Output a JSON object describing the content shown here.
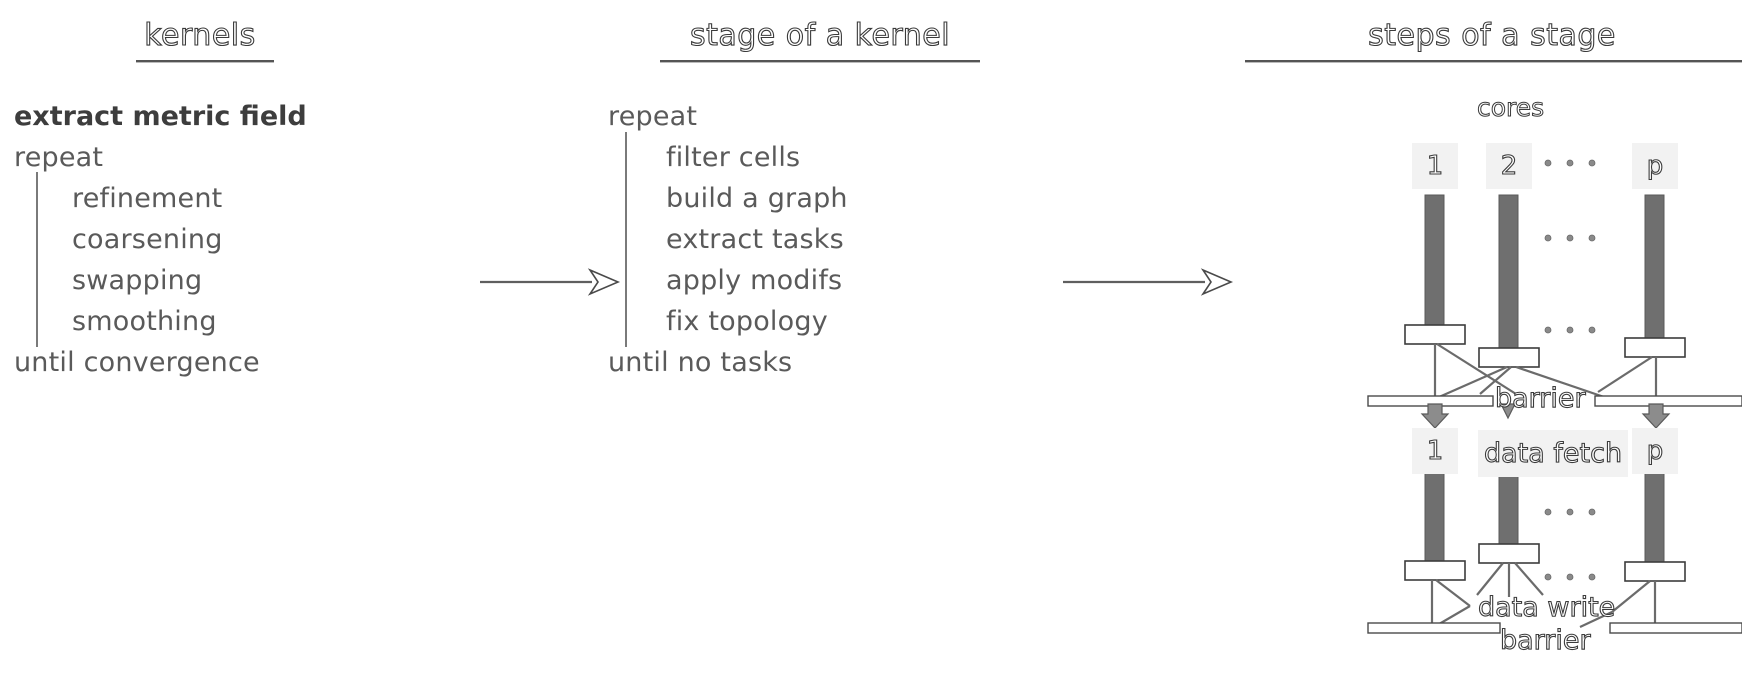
{
  "columns": {
    "kernels": {
      "title": "kernels",
      "lines": [
        {
          "text": "extract metric field",
          "indent": false,
          "bold": true
        },
        {
          "text": "repeat",
          "indent": false,
          "bold": false
        },
        {
          "text": "refinement",
          "indent": true,
          "bold": false
        },
        {
          "text": "coarsening",
          "indent": true,
          "bold": false
        },
        {
          "text": "swapping",
          "indent": true,
          "bold": false
        },
        {
          "text": "smoothing",
          "indent": true,
          "bold": false
        },
        {
          "text": "until convergence",
          "indent": false,
          "bold": false
        }
      ]
    },
    "stage": {
      "title": "stage of a kernel",
      "lines": [
        {
          "text": "repeat",
          "indent": false,
          "bold": false
        },
        {
          "text": "filter cells",
          "indent": true,
          "bold": false
        },
        {
          "text": "build a graph",
          "indent": true,
          "bold": false
        },
        {
          "text": "extract tasks",
          "indent": true,
          "bold": false
        },
        {
          "text": "apply modifs",
          "indent": true,
          "bold": false
        },
        {
          "text": "fix topology",
          "indent": true,
          "bold": false
        },
        {
          "text": "until no tasks",
          "indent": false,
          "bold": false
        }
      ]
    },
    "steps": {
      "title": "steps of a stage",
      "cores_caption": "cores",
      "core_labels": [
        "1",
        "2",
        "p"
      ],
      "ellipsis": "· · ·",
      "phase1_barrier": "barrier",
      "phase2_label": "data fetch",
      "phase3_barrier": "barrier",
      "phase3_label": "data write"
    }
  },
  "arrows": {
    "arrow1_title": "flow arrow kernels to stage",
    "arrow2_title": "flow arrow stage to steps"
  },
  "colors": {
    "bar_fill": "#6f6f6f",
    "bar_edge": "#4a4a4a",
    "cap_fill": "#ffffff",
    "cap_edge": "#3c3c3c",
    "line": "#6b6b6b",
    "text": "#5a5a5a",
    "label_bg": "#f2f2f2"
  }
}
